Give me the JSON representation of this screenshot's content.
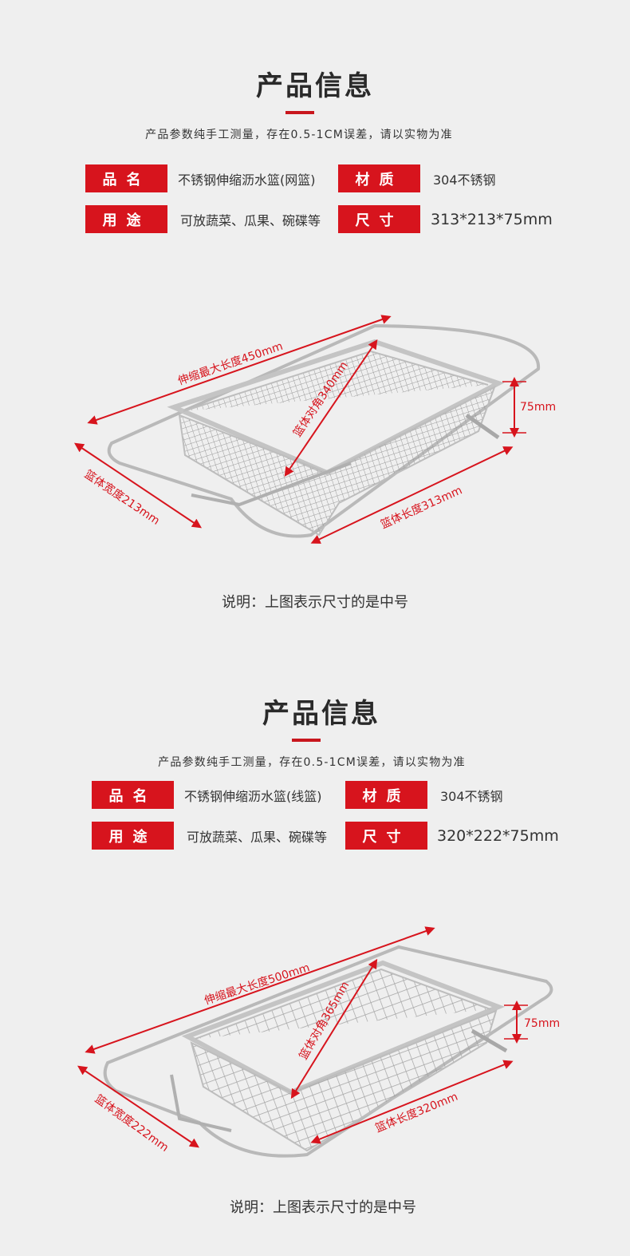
{
  "sections": [
    {
      "title": "产品信息",
      "subtitle": "产品参数纯手工测量，存在0.5-1CM误差，请以实物为准",
      "specs": [
        {
          "label": "品名",
          "value": "不锈钢伸缩沥水篮(网篮)"
        },
        {
          "label": "材质",
          "value": "304不锈钢"
        },
        {
          "label": "用途",
          "value": "可放蔬菜、瓜果、碗碟等"
        },
        {
          "label": "尺寸",
          "value": "313*213*75mm"
        }
      ],
      "dimensions": {
        "max_length": "伸缩最大长度450mm",
        "diagonal": "篮体对角340mm",
        "height": "75mm",
        "width": "篮体宽度213mm",
        "length": "篮体长度313mm"
      },
      "note": "说明：上图表示尺寸的是中号"
    },
    {
      "title": "产品信息",
      "subtitle": "产品参数纯手工测量，存在0.5-1CM误差，请以实物为准",
      "specs": [
        {
          "label": "品名",
          "value": "不锈钢伸缩沥水篮(线篮)"
        },
        {
          "label": "材质",
          "value": "304不锈钢"
        },
        {
          "label": "用途",
          "value": "可放蔬菜、瓜果、碗碟等"
        },
        {
          "label": "尺寸",
          "value": "320*222*75mm"
        }
      ],
      "dimensions": {
        "max_length": "伸缩最大长度500mm",
        "diagonal": "篮体对角365mm",
        "height": "75mm",
        "width": "篮体宽度222mm",
        "length": "篮体长度320mm"
      },
      "note": "说明：上图表示尺寸的是中号"
    }
  ],
  "colors": {
    "accent": "#d7141d",
    "background": "#efefef",
    "steel": "#b9b9b9"
  }
}
